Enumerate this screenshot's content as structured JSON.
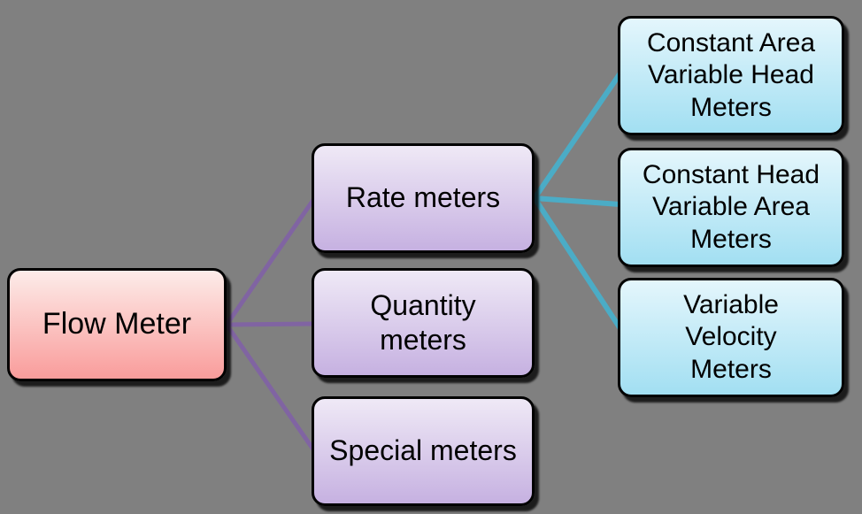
{
  "nodes": {
    "root": {
      "label": "Flow Meter"
    },
    "level2": [
      {
        "label": "Rate meters"
      },
      {
        "label": "Quantity\nmeters"
      },
      {
        "label": "Special meters"
      }
    ],
    "level3": [
      {
        "label": "Constant Area\nVariable Head\nMeters"
      },
      {
        "label": "Constant Head\nVariable Area\nMeters"
      },
      {
        "label": "Variable\nVelocity\nMeters"
      }
    ]
  },
  "edges": [
    {
      "from": "Flow Meter",
      "to": "Rate meters"
    },
    {
      "from": "Flow Meter",
      "to": "Quantity meters"
    },
    {
      "from": "Flow Meter",
      "to": "Special meters"
    },
    {
      "from": "Rate meters",
      "to": "Constant Area Variable Head Meters"
    },
    {
      "from": "Rate meters",
      "to": "Constant Head Variable Area Meters"
    },
    {
      "from": "Rate meters",
      "to": "Variable Velocity Meters"
    }
  ],
  "colors": {
    "background": "#808080",
    "border": "#000000",
    "root_gradient_top": "#fdece9",
    "root_gradient_bottom": "#f99c9b",
    "level2_gradient_top": "#efe9f6",
    "level2_gradient_bottom": "#c6b1e1",
    "level3_gradient_top": "#e4f6fc",
    "level3_gradient_bottom": "#a2dff2",
    "root_connector": "#8064A2",
    "branch_connector": "#4BACC6"
  }
}
